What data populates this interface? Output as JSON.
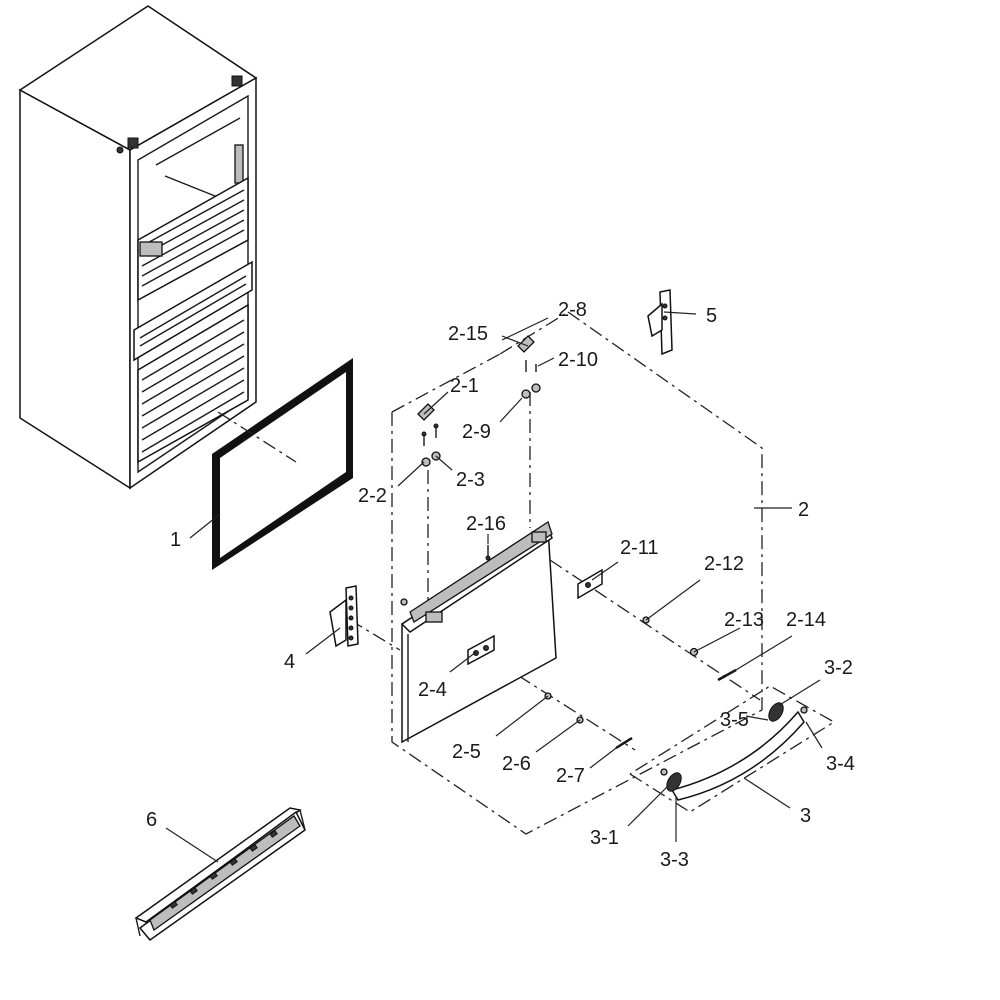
{
  "callouts": {
    "c1": "1",
    "c2": "2",
    "c2_1": "2-1",
    "c2_2": "2-2",
    "c2_3": "2-3",
    "c2_4": "2-4",
    "c2_5": "2-5",
    "c2_6": "2-6",
    "c2_7": "2-7",
    "c2_8": "2-8",
    "c2_9": "2-9",
    "c2_10": "2-10",
    "c2_11": "2-11",
    "c2_12": "2-12",
    "c2_13": "2-13",
    "c2_14": "2-14",
    "c2_15": "2-15",
    "c2_16": "2-16",
    "c3": "3",
    "c3_1": "3-1",
    "c3_2": "3-2",
    "c3_3": "3-3",
    "c3_4": "3-4",
    "c3_5": "3-5",
    "c4": "4",
    "c5": "5",
    "c6": "6"
  }
}
